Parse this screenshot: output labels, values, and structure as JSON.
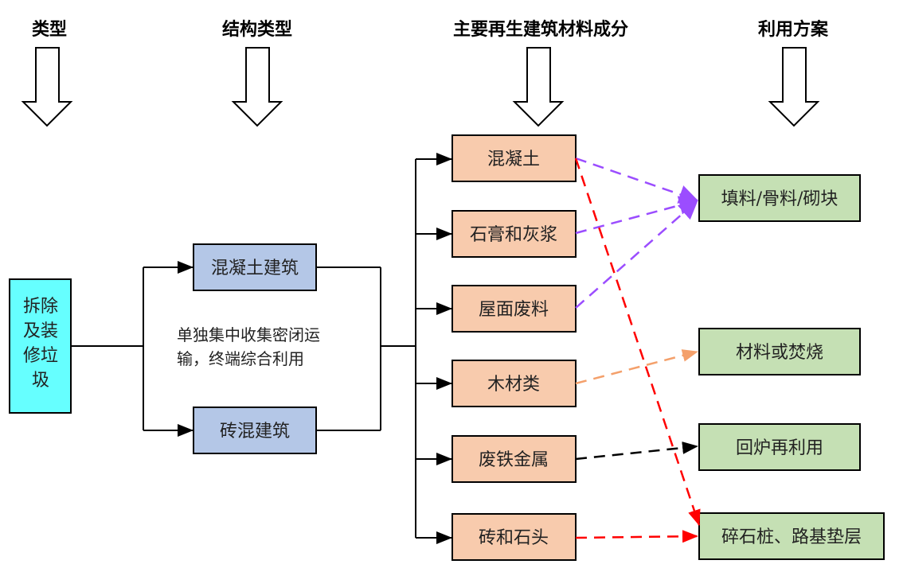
{
  "headers": {
    "type": "类型",
    "structure_type": "结构类型",
    "materials": "主要再生建筑材料成分",
    "usage": "利用方案"
  },
  "source": {
    "line1": "拆除",
    "line2": "及装",
    "line3": "修垃",
    "line4": "圾"
  },
  "structures": {
    "concrete_building": "混凝土建筑",
    "brick_concrete_building": "砖混建筑"
  },
  "note": {
    "line1": "单独集中收集密闭运",
    "line2": "输，终端综合利用"
  },
  "materials": [
    {
      "label": "混凝土"
    },
    {
      "label": "石膏和灰浆"
    },
    {
      "label": "屋面废料"
    },
    {
      "label": "木材类"
    },
    {
      "label": "废铁金属"
    },
    {
      "label": "砖和石头"
    }
  ],
  "usages": [
    {
      "label": "填料/骨料/砌块"
    },
    {
      "label": "材料或焚烧"
    },
    {
      "label": "回炉再利用"
    },
    {
      "label": "碎石桩、路基垫层"
    }
  ],
  "colors": {
    "source_fill": "#66ffff",
    "structure_fill": "#b4c7e7",
    "material_fill": "#f8cbad",
    "usage_fill": "#c5e0b4",
    "purple_arrow": "#9b4dff",
    "orange_arrow": "#f4a06b",
    "black_arrow": "#000000",
    "red_arrow": "#ff0000"
  }
}
